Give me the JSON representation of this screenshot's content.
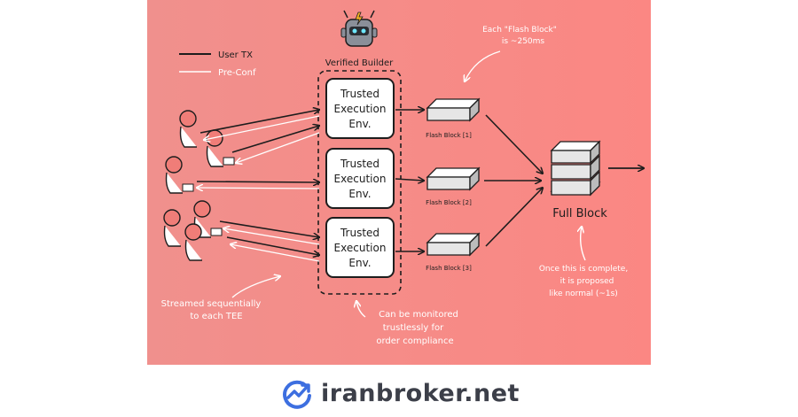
{
  "legend": {
    "user_tx": "User TX",
    "pre_conf": "Pre-Conf"
  },
  "builder": {
    "title": "Verified Builder",
    "robot_icon": "robot-lightning-icon"
  },
  "tee": [
    {
      "line1": "Trusted",
      "line2": "Execution",
      "line3": "Env."
    },
    {
      "line1": "Trusted",
      "line2": "Execution",
      "line3": "Env."
    },
    {
      "line1": "Trusted",
      "line2": "Execution",
      "line3": "Env."
    }
  ],
  "flash_blocks": [
    "Flash Block [1]",
    "Flash Block [2]",
    "Flash Block [3]"
  ],
  "full_block": "Full Block",
  "notes": {
    "flash_timing_1": "Each \"Flash Block\"",
    "flash_timing_2": "is ~250ms",
    "streamed_1": "Streamed sequentially",
    "streamed_2": "to each TEE",
    "monitor_1": "Can be monitored",
    "monitor_2": "trustlessly for",
    "monitor_3": "order compliance",
    "proposed_1": "Once this is complete,",
    "proposed_2": "it is proposed",
    "proposed_3": "like normal (~1s)"
  },
  "brand": {
    "name": "iranbroker.net",
    "logo_icon": "chart-trend-logo-icon",
    "color": "#3d6fe0"
  },
  "colors": {
    "panel": "#f58c88",
    "ink": "#1d1d1d",
    "white": "#ffffff"
  }
}
